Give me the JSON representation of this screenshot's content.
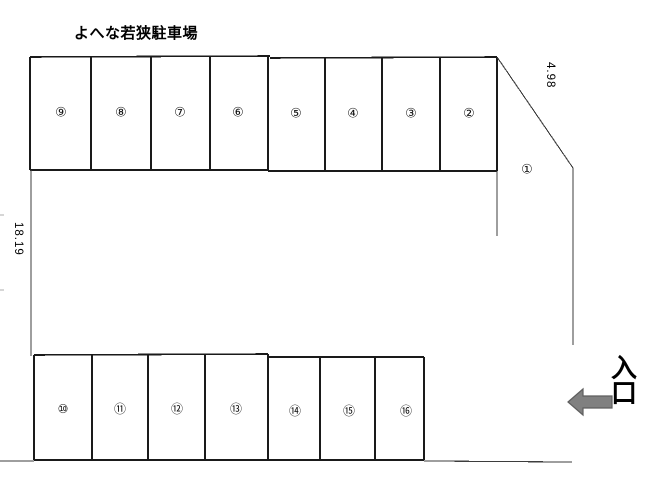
{
  "document": {
    "title": "よへな若狭駐車場",
    "type": "parking-lot-layout"
  },
  "dimensions": {
    "left_label": "18.19",
    "right_label": "4.98"
  },
  "entrance": {
    "label_chars": [
      "入",
      "口"
    ],
    "arrow_direction": "left",
    "arrow_color": "#808080"
  },
  "rows": {
    "top": {
      "stalls": [
        {
          "number": "⑨"
        },
        {
          "number": "⑧"
        },
        {
          "number": "⑦"
        },
        {
          "number": "⑥"
        },
        {
          "number": "⑤"
        },
        {
          "number": "④"
        },
        {
          "number": "③"
        },
        {
          "number": "②"
        }
      ]
    },
    "bottom": {
      "stalls": [
        {
          "number": "⑩"
        },
        {
          "number": "⑪"
        },
        {
          "number": "⑫"
        },
        {
          "number": "⑬"
        },
        {
          "number": "⑭"
        },
        {
          "number": "⑮"
        },
        {
          "number": "⑯"
        }
      ]
    },
    "corner": {
      "stalls": [
        {
          "number": "①"
        }
      ]
    }
  },
  "colors": {
    "line": "#1a1a1a",
    "line_light": "#555555",
    "arrow": "#808080",
    "background": "#ffffff"
  }
}
